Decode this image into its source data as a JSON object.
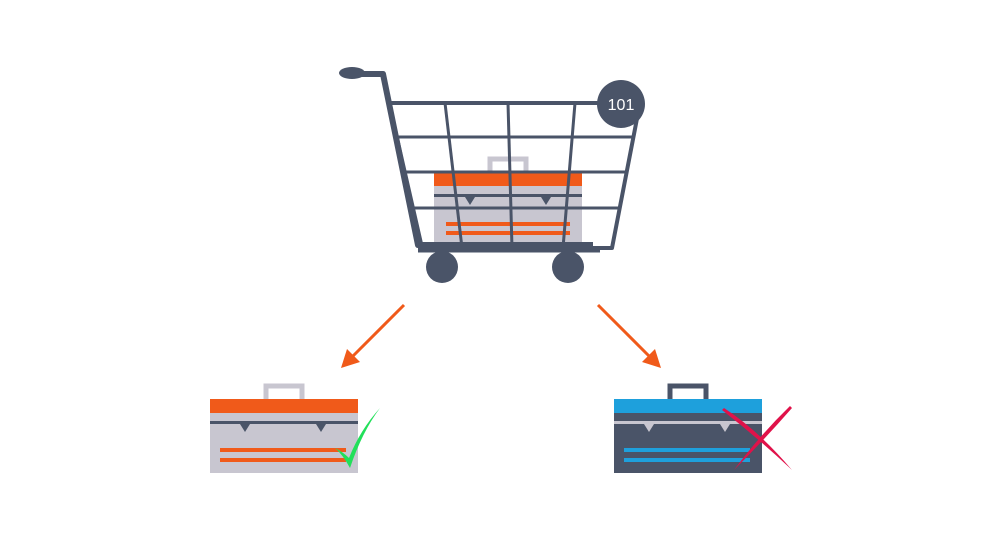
{
  "cart": {
    "badge_count": "101",
    "icon": "shopping-cart-icon",
    "contains": "toolbox-icon"
  },
  "outcomes": [
    {
      "icon": "toolbox-icon",
      "status": "accepted",
      "mark": "checkmark-icon"
    },
    {
      "icon": "toolbox-icon",
      "status": "rejected",
      "mark": "cross-icon"
    }
  ],
  "colors": {
    "cart": "#4a5468",
    "arrow": "#f05a1a",
    "orange_toolbox_lid": "#f05a1a",
    "orange_toolbox_body": "#c8c6d0",
    "blue_toolbox_lid": "#1ea0dc",
    "blue_toolbox_body": "#4a5468",
    "check": "#22e05a",
    "cross": "#e0124a"
  }
}
